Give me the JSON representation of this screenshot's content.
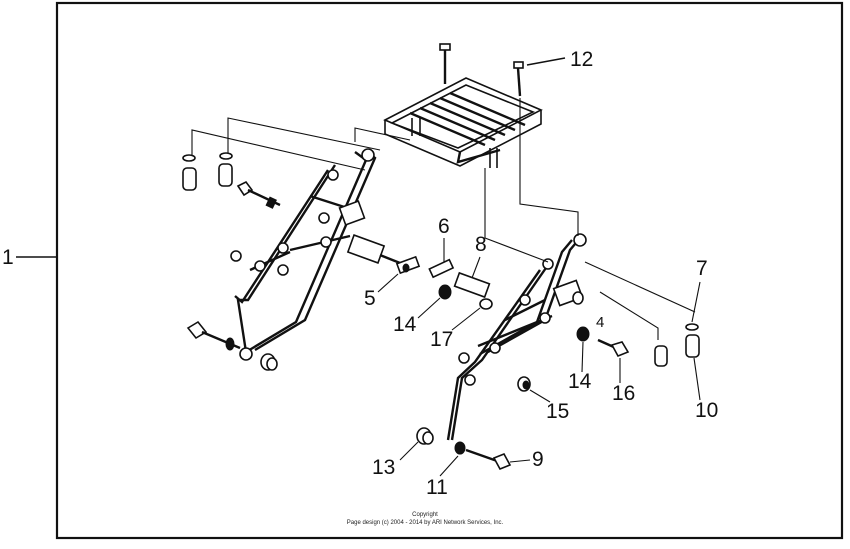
{
  "assembly_number": "1",
  "callouts": [
    {
      "id": "c12",
      "text": "12"
    },
    {
      "id": "c6",
      "text": "6"
    },
    {
      "id": "c8",
      "text": "8"
    },
    {
      "id": "c5",
      "text": "5"
    },
    {
      "id": "c14a",
      "text": "14"
    },
    {
      "id": "c17",
      "text": "17"
    },
    {
      "id": "c4",
      "text": "4"
    },
    {
      "id": "c7",
      "text": "7"
    },
    {
      "id": "c14b",
      "text": "14"
    },
    {
      "id": "c16",
      "text": "16"
    },
    {
      "id": "c10",
      "text": "10"
    },
    {
      "id": "c15",
      "text": "15"
    },
    {
      "id": "c13",
      "text": "13"
    },
    {
      "id": "c11",
      "text": "11"
    },
    {
      "id": "c9",
      "text": "9"
    }
  ],
  "copyright": {
    "line1": "Copyright",
    "line2": "Page design (c) 2004 - 2014 by ARI Network Services, Inc."
  }
}
